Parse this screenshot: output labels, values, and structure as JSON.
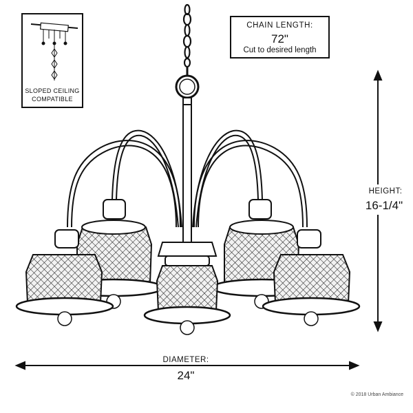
{
  "ceiling_box": {
    "label_line1": "SLOPED CEILING",
    "label_line2": "COMPATIBLE"
  },
  "chain_box": {
    "title": "CHAIN LENGTH:",
    "value": "72\"",
    "note": "Cut to desired length"
  },
  "height": {
    "label": "HEIGHT:",
    "value": "16-1/4\""
  },
  "diameter": {
    "label": "DIAMETER:",
    "value": "24\""
  },
  "copyright": "© 2018 Urban Ambiance",
  "colors": {
    "line": "#111111",
    "background": "#ffffff"
  }
}
